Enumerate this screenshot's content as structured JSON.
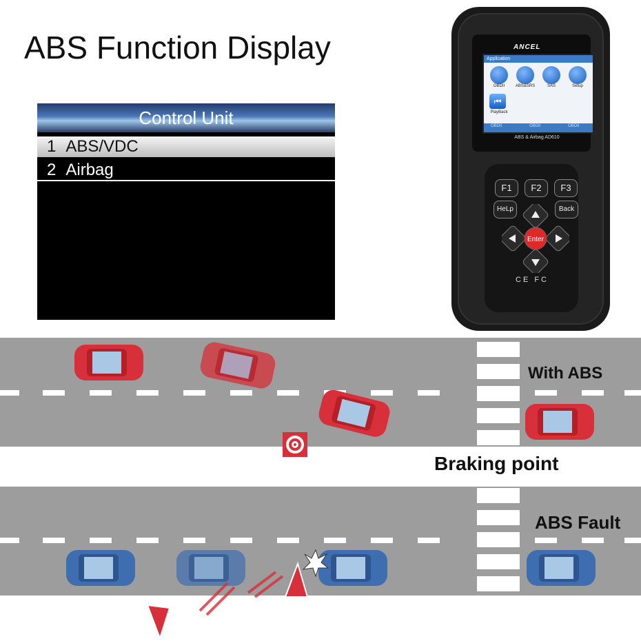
{
  "title": "ABS Function Display",
  "control_unit": {
    "header": "Control Unit",
    "items": [
      {
        "num": "1",
        "label": "ABS/VDC"
      },
      {
        "num": "2",
        "label": "Airbag"
      }
    ]
  },
  "device": {
    "brand": "ANCEL",
    "model": "ABS & Airbag AD610",
    "app_bar": "Application",
    "apps": [
      {
        "label": "OBDII",
        "icon": "engine-icon"
      },
      {
        "label": "ABS&SRS",
        "icon": "abs-srs-icon"
      },
      {
        "label": "SAS",
        "icon": "steering-wheel-icon"
      },
      {
        "label": "Setup",
        "icon": "gear-icon"
      }
    ],
    "playback_label": "PlayBack",
    "status_items": [
      "OBDII",
      "OBDII",
      "OBDII"
    ],
    "keys": {
      "f1": "F1",
      "f2": "F2",
      "f3": "F3",
      "help": "HeLp",
      "back": "Back",
      "enter": "Enter"
    },
    "certifications": "CE FC"
  },
  "scene": {
    "with_abs": "With ABS",
    "braking_point": "Braking point",
    "abs_fault": "ABS Fault"
  },
  "colors": {
    "road": "#9d9d9d",
    "red_car": "#d8303a",
    "blue_car": "#3f6eb0",
    "screen_header": "#4b77b8"
  }
}
